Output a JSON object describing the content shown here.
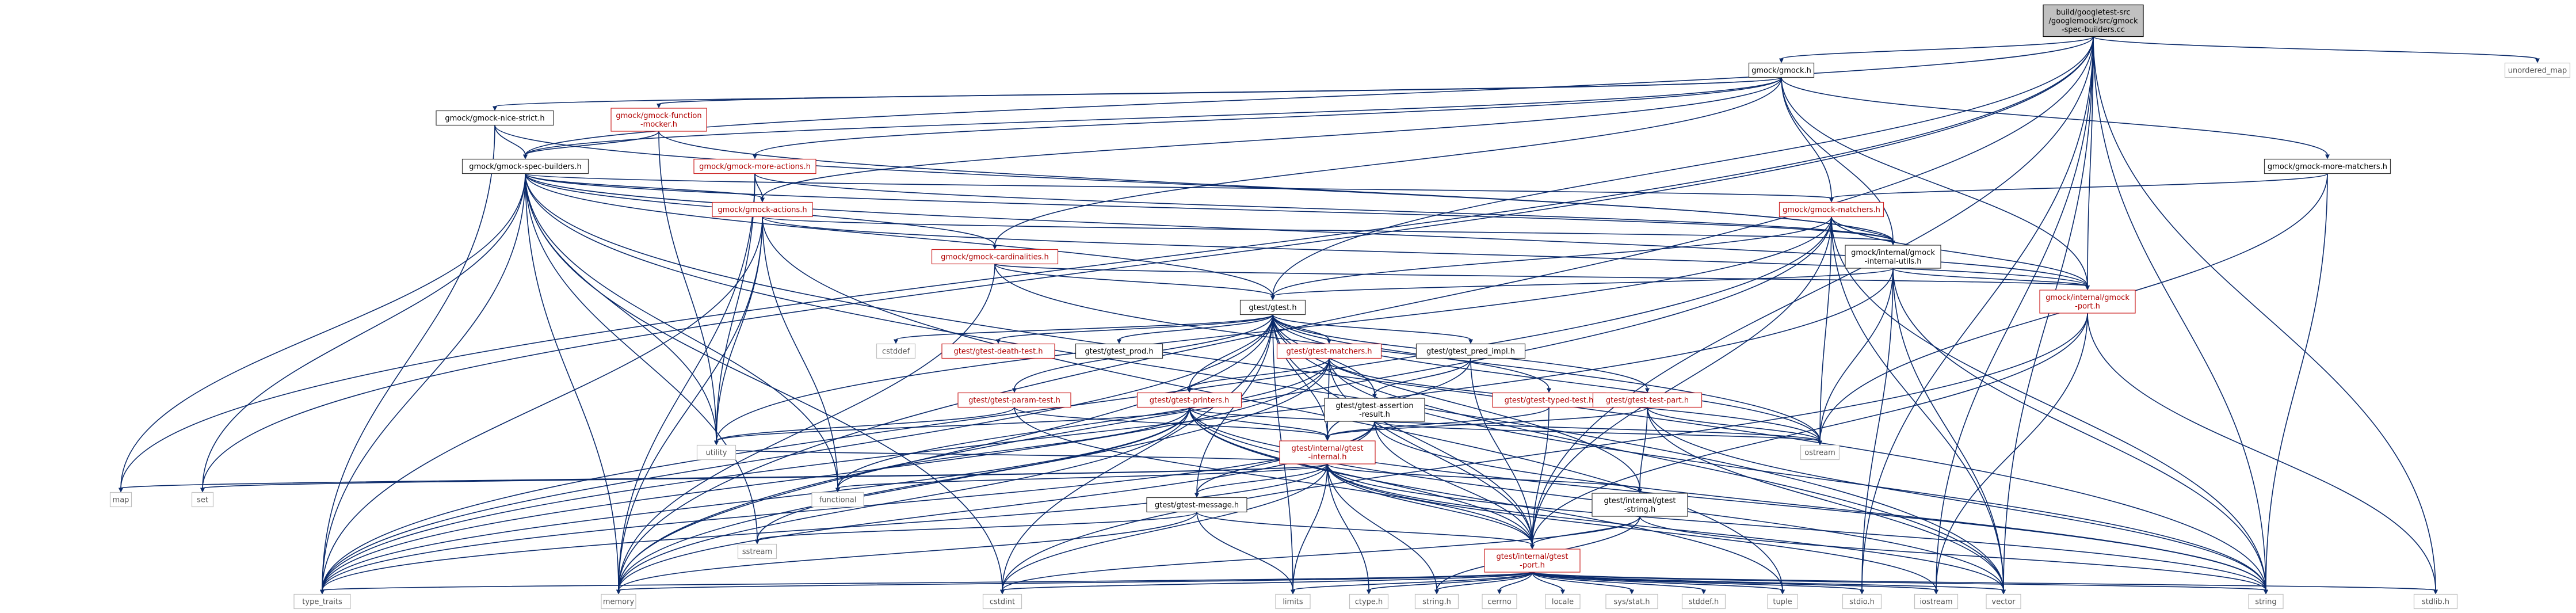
{
  "nodes": [
    {
      "id": "root",
      "lines": [
        "build/googletest-src",
        "/googlemock/src/gmock",
        "-spec-builders.cc"
      ],
      "kind": "root"
    },
    {
      "id": "gmock_h",
      "lines": [
        "gmock/gmock.h"
      ],
      "kind": "normal"
    },
    {
      "id": "nice_strict",
      "lines": [
        "gmock/gmock-nice-strict.h"
      ],
      "kind": "normal"
    },
    {
      "id": "function_mocker",
      "lines": [
        "gmock/gmock-function",
        "-mocker.h"
      ],
      "kind": "red"
    },
    {
      "id": "more_actions",
      "lines": [
        "gmock/gmock-more-actions.h"
      ],
      "kind": "red"
    },
    {
      "id": "spec_builders",
      "lines": [
        "gmock/gmock-spec-builders.h"
      ],
      "kind": "normal"
    },
    {
      "id": "actions",
      "lines": [
        "gmock/gmock-actions.h"
      ],
      "kind": "red"
    },
    {
      "id": "more_matchers",
      "lines": [
        "gmock/gmock-more-matchers.h"
      ],
      "kind": "normal"
    },
    {
      "id": "matchers",
      "lines": [
        "gmock/gmock-matchers.h"
      ],
      "kind": "red"
    },
    {
      "id": "cardinalities",
      "lines": [
        "gmock/gmock-cardinalities.h"
      ],
      "kind": "red"
    },
    {
      "id": "internal_utils",
      "lines": [
        "gmock/internal/gmock",
        "-internal-utils.h"
      ],
      "kind": "normal"
    },
    {
      "id": "gmock_port",
      "lines": [
        "gmock/internal/gmock",
        "-port.h"
      ],
      "kind": "red"
    },
    {
      "id": "gtest_h",
      "lines": [
        "gtest/gtest.h"
      ],
      "kind": "normal"
    },
    {
      "id": "cstddef",
      "lines": [
        "cstddef"
      ],
      "kind": "sys"
    },
    {
      "id": "death_test",
      "lines": [
        "gtest/gtest-death-test.h"
      ],
      "kind": "red"
    },
    {
      "id": "gtest_prod",
      "lines": [
        "gtest/gtest_prod.h"
      ],
      "kind": "normal"
    },
    {
      "id": "gtest_matchers",
      "lines": [
        "gtest/gtest-matchers.h"
      ],
      "kind": "red"
    },
    {
      "id": "pred_impl",
      "lines": [
        "gtest/gtest_pred_impl.h"
      ],
      "kind": "normal"
    },
    {
      "id": "typed_test",
      "lines": [
        "gtest/gtest-typed-test.h"
      ],
      "kind": "red"
    },
    {
      "id": "test_part",
      "lines": [
        "gtest/gtest-test-part.h"
      ],
      "kind": "red"
    },
    {
      "id": "param_test",
      "lines": [
        "gtest/gtest-param-test.h"
      ],
      "kind": "red"
    },
    {
      "id": "printers",
      "lines": [
        "gtest/gtest-printers.h"
      ],
      "kind": "red"
    },
    {
      "id": "assertion_result",
      "lines": [
        "gtest/gtest-assertion",
        "-result.h"
      ],
      "kind": "normal"
    },
    {
      "id": "gtest_internal",
      "lines": [
        "gtest/internal/gtest",
        "-internal.h"
      ],
      "kind": "red"
    },
    {
      "id": "gtest_message",
      "lines": [
        "gtest/gtest-message.h"
      ],
      "kind": "normal"
    },
    {
      "id": "gtest_string",
      "lines": [
        "gtest/internal/gtest",
        "-string.h"
      ],
      "kind": "normal"
    },
    {
      "id": "gtest_port",
      "lines": [
        "gtest/internal/gtest",
        "-port.h"
      ],
      "kind": "red"
    },
    {
      "id": "unordered_map",
      "lines": [
        "unordered_map"
      ],
      "kind": "sys"
    },
    {
      "id": "map",
      "lines": [
        "map"
      ],
      "kind": "sys"
    },
    {
      "id": "set",
      "lines": [
        "set"
      ],
      "kind": "sys"
    },
    {
      "id": "utility",
      "lines": [
        "utility"
      ],
      "kind": "sys"
    },
    {
      "id": "functional",
      "lines": [
        "functional"
      ],
      "kind": "sys"
    },
    {
      "id": "ostream",
      "lines": [
        "ostream"
      ],
      "kind": "sys"
    },
    {
      "id": "sstream",
      "lines": [
        "sstream"
      ],
      "kind": "sys"
    },
    {
      "id": "type_traits",
      "lines": [
        "type_traits"
      ],
      "kind": "sys"
    },
    {
      "id": "memory",
      "lines": [
        "memory"
      ],
      "kind": "sys"
    },
    {
      "id": "cstdint",
      "lines": [
        "cstdint"
      ],
      "kind": "sys"
    },
    {
      "id": "limits",
      "lines": [
        "limits"
      ],
      "kind": "sys"
    },
    {
      "id": "ctype_h",
      "lines": [
        "ctype.h"
      ],
      "kind": "sys"
    },
    {
      "id": "string_h",
      "lines": [
        "string.h"
      ],
      "kind": "sys"
    },
    {
      "id": "cerrno",
      "lines": [
        "cerrno"
      ],
      "kind": "sys"
    },
    {
      "id": "locale",
      "lines": [
        "locale"
      ],
      "kind": "sys"
    },
    {
      "id": "sys_stat",
      "lines": [
        "sys/stat.h"
      ],
      "kind": "sys"
    },
    {
      "id": "stddef_h",
      "lines": [
        "stddef.h"
      ],
      "kind": "sys"
    },
    {
      "id": "tuple",
      "lines": [
        "tuple"
      ],
      "kind": "sys"
    },
    {
      "id": "stdio_h",
      "lines": [
        "stdio.h"
      ],
      "kind": "sys"
    },
    {
      "id": "iostream",
      "lines": [
        "iostream"
      ],
      "kind": "sys"
    },
    {
      "id": "vector",
      "lines": [
        "vector"
      ],
      "kind": "sys"
    },
    {
      "id": "string",
      "lines": [
        "string"
      ],
      "kind": "sys"
    },
    {
      "id": "stdlib_h",
      "lines": [
        "stdlib.h"
      ],
      "kind": "sys"
    }
  ],
  "edges": [
    [
      "root",
      "gmock_h"
    ],
    [
      "root",
      "unordered_map"
    ],
    [
      "root",
      "map"
    ],
    [
      "root",
      "set"
    ],
    [
      "root",
      "spec_builders"
    ],
    [
      "root",
      "gtest_h"
    ],
    [
      "root",
      "gmock_port"
    ],
    [
      "root",
      "gtest_port"
    ],
    [
      "root",
      "memory"
    ],
    [
      "root",
      "iostream"
    ],
    [
      "root",
      "string"
    ],
    [
      "root",
      "vector"
    ],
    [
      "root",
      "stdlib_h"
    ],
    [
      "root",
      "stdio_h"
    ],
    [
      "gmock_h",
      "nice_strict"
    ],
    [
      "gmock_h",
      "function_mocker"
    ],
    [
      "gmock_h",
      "more_actions"
    ],
    [
      "gmock_h",
      "actions"
    ],
    [
      "gmock_h",
      "more_matchers"
    ],
    [
      "gmock_h",
      "matchers"
    ],
    [
      "gmock_h",
      "cardinalities"
    ],
    [
      "gmock_h",
      "internal_utils"
    ],
    [
      "gmock_h",
      "gmock_port"
    ],
    [
      "gmock_h",
      "spec_builders"
    ],
    [
      "nice_strict",
      "spec_builders"
    ],
    [
      "nice_strict",
      "internal_utils"
    ],
    [
      "nice_strict",
      "type_traits"
    ],
    [
      "function_mocker",
      "spec_builders"
    ],
    [
      "function_mocker",
      "internal_utils"
    ],
    [
      "function_mocker",
      "utility"
    ],
    [
      "more_actions",
      "actions"
    ],
    [
      "more_actions",
      "internal_utils"
    ],
    [
      "more_actions",
      "memory"
    ],
    [
      "more_actions",
      "utility"
    ],
    [
      "spec_builders",
      "actions"
    ],
    [
      "spec_builders",
      "cardinalities"
    ],
    [
      "spec_builders",
      "matchers"
    ],
    [
      "spec_builders",
      "internal_utils"
    ],
    [
      "spec_builders",
      "gmock_port"
    ],
    [
      "spec_builders",
      "gtest_h"
    ],
    [
      "spec_builders",
      "map"
    ],
    [
      "spec_builders",
      "set"
    ],
    [
      "spec_builders",
      "sstream"
    ],
    [
      "spec_builders",
      "functional"
    ],
    [
      "spec_builders",
      "type_traits"
    ],
    [
      "spec_builders",
      "memory"
    ],
    [
      "spec_builders",
      "cstdint"
    ],
    [
      "spec_builders",
      "utility"
    ],
    [
      "spec_builders",
      "vector"
    ],
    [
      "spec_builders",
      "string"
    ],
    [
      "actions",
      "internal_utils"
    ],
    [
      "actions",
      "gmock_port"
    ],
    [
      "actions",
      "functional"
    ],
    [
      "actions",
      "memory"
    ],
    [
      "actions",
      "type_traits"
    ],
    [
      "actions",
      "utility"
    ],
    [
      "actions",
      "tuple"
    ],
    [
      "more_matchers",
      "matchers"
    ],
    [
      "more_matchers",
      "ostream"
    ],
    [
      "more_matchers",
      "string"
    ],
    [
      "matchers",
      "gtest_h"
    ],
    [
      "matchers",
      "internal_utils"
    ],
    [
      "matchers",
      "gmock_port"
    ],
    [
      "matchers",
      "gtest_port"
    ],
    [
      "matchers",
      "ostream"
    ],
    [
      "matchers",
      "memory"
    ],
    [
      "matchers",
      "type_traits"
    ],
    [
      "matchers",
      "utility"
    ],
    [
      "matchers",
      "vector"
    ],
    [
      "matchers",
      "string"
    ],
    [
      "cardinalities",
      "gtest_h"
    ],
    [
      "cardinalities",
      "gmock_port"
    ],
    [
      "cardinalities",
      "ostream"
    ],
    [
      "cardinalities",
      "memory"
    ],
    [
      "internal_utils",
      "gmock_port"
    ],
    [
      "internal_utils",
      "gtest_h"
    ],
    [
      "internal_utils",
      "ostream"
    ],
    [
      "internal_utils",
      "string"
    ],
    [
      "internal_utils",
      "type_traits"
    ],
    [
      "internal_utils",
      "vector"
    ],
    [
      "internal_utils",
      "stdio_h"
    ],
    [
      "gmock_port",
      "gtest_port"
    ],
    [
      "gmock_port",
      "stdlib_h"
    ],
    [
      "gmock_port",
      "cstdint"
    ],
    [
      "gmock_port",
      "iostream"
    ],
    [
      "gtest_h",
      "cstddef"
    ],
    [
      "gtest_h",
      "death_test"
    ],
    [
      "gtest_h",
      "gtest_prod"
    ],
    [
      "gtest_h",
      "gtest_matchers"
    ],
    [
      "gtest_h",
      "pred_impl"
    ],
    [
      "gtest_h",
      "typed_test"
    ],
    [
      "gtest_h",
      "test_part"
    ],
    [
      "gtest_h",
      "param_test"
    ],
    [
      "gtest_h",
      "printers"
    ],
    [
      "gtest_h",
      "assertion_result"
    ],
    [
      "gtest_h",
      "gtest_internal"
    ],
    [
      "gtest_h",
      "gtest_message"
    ],
    [
      "gtest_h",
      "gtest_string"
    ],
    [
      "gtest_h",
      "gtest_port"
    ],
    [
      "gtest_h",
      "ostream"
    ],
    [
      "gtest_h",
      "type_traits"
    ],
    [
      "gtest_h",
      "memory"
    ],
    [
      "gtest_h",
      "limits"
    ],
    [
      "gtest_h",
      "vector"
    ],
    [
      "gtest_h",
      "cstdint"
    ],
    [
      "gtest_matchers",
      "printers"
    ],
    [
      "gtest_matchers",
      "gtest_internal"
    ],
    [
      "gtest_matchers",
      "gtest_port"
    ],
    [
      "gtest_matchers",
      "ostream"
    ],
    [
      "gtest_matchers",
      "string"
    ],
    [
      "gtest_matchers",
      "type_traits"
    ],
    [
      "gtest_matchers",
      "memory"
    ],
    [
      "gtest_matchers",
      "functional"
    ],
    [
      "pred_impl",
      "assertion_result"
    ],
    [
      "pred_impl",
      "gtest_internal"
    ],
    [
      "pred_impl",
      "gtest_port"
    ],
    [
      "typed_test",
      "gtest_internal"
    ],
    [
      "typed_test",
      "gtest_port"
    ],
    [
      "test_part",
      "gtest_internal"
    ],
    [
      "test_part",
      "gtest_string"
    ],
    [
      "test_part",
      "ostream"
    ],
    [
      "test_part",
      "string"
    ],
    [
      "test_part",
      "vector"
    ],
    [
      "param_test",
      "gtest_internal"
    ],
    [
      "param_test",
      "gtest_port"
    ],
    [
      "param_test",
      "utility"
    ],
    [
      "printers",
      "gtest_internal"
    ],
    [
      "printers",
      "gtest_port"
    ],
    [
      "printers",
      "functional"
    ],
    [
      "printers",
      "memory"
    ],
    [
      "printers",
      "ostream"
    ],
    [
      "printers",
      "sstream"
    ],
    [
      "printers",
      "string"
    ],
    [
      "printers",
      "tuple"
    ],
    [
      "printers",
      "type_traits"
    ],
    [
      "printers",
      "utility"
    ],
    [
      "printers",
      "vector"
    ],
    [
      "assertion_result",
      "gtest_message"
    ],
    [
      "assertion_result",
      "gtest_port"
    ],
    [
      "assertion_result",
      "ostream"
    ],
    [
      "assertion_result",
      "memory"
    ],
    [
      "assertion_result",
      "string"
    ],
    [
      "assertion_result",
      "type_traits"
    ],
    [
      "gtest_internal",
      "gtest_port"
    ],
    [
      "gtest_internal",
      "gtest_message"
    ],
    [
      "gtest_internal",
      "gtest_string"
    ],
    [
      "gtest_internal",
      "map"
    ],
    [
      "gtest_internal",
      "set"
    ],
    [
      "gtest_internal",
      "functional"
    ],
    [
      "gtest_internal",
      "utility"
    ],
    [
      "gtest_internal",
      "ctype_h"
    ],
    [
      "gtest_internal",
      "string_h"
    ],
    [
      "gtest_internal",
      "cstdint"
    ],
    [
      "gtest_internal",
      "iostream"
    ],
    [
      "gtest_internal",
      "limits"
    ],
    [
      "gtest_internal",
      "string"
    ],
    [
      "gtest_internal",
      "type_traits"
    ],
    [
      "gtest_internal",
      "vector"
    ],
    [
      "gtest_message",
      "gtest_port"
    ],
    [
      "gtest_message",
      "limits"
    ],
    [
      "gtest_message",
      "memory"
    ],
    [
      "gtest_message",
      "sstream"
    ],
    [
      "gtest_string",
      "gtest_port"
    ],
    [
      "gtest_string",
      "string_h"
    ],
    [
      "gtest_string",
      "cstdint"
    ],
    [
      "gtest_string",
      "string"
    ],
    [
      "gtest_port",
      "ctype_h"
    ],
    [
      "gtest_port",
      "string_h"
    ],
    [
      "gtest_port",
      "cerrno"
    ],
    [
      "gtest_port",
      "locale"
    ],
    [
      "gtest_port",
      "sys_stat"
    ],
    [
      "gtest_port",
      "stddef_h"
    ],
    [
      "gtest_port",
      "tuple"
    ],
    [
      "gtest_port",
      "stdio_h"
    ],
    [
      "gtest_port",
      "iostream"
    ],
    [
      "gtest_port",
      "vector"
    ],
    [
      "gtest_port",
      "string"
    ],
    [
      "gtest_port",
      "stdlib_h"
    ],
    [
      "gtest_port",
      "limits"
    ],
    [
      "gtest_port",
      "cstdint"
    ],
    [
      "gtest_port",
      "memory"
    ],
    [
      "gtest_port",
      "type_traits"
    ]
  ]
}
